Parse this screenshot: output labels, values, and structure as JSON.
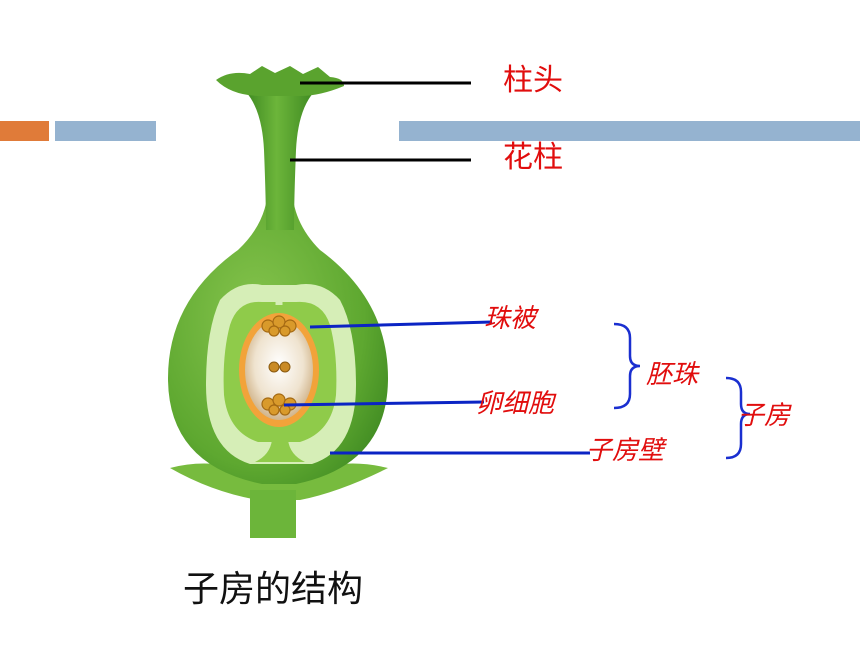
{
  "labels": {
    "stigma": "柱头",
    "style": "花柱",
    "integument": "珠被",
    "egg_cell": "卵细胞",
    "ovule": "胚珠",
    "ovary_wall": "子房壁",
    "ovary": "子房"
  },
  "caption": "子房的结构",
  "colors": {
    "accent_orange": "#e07b39",
    "accent_blue": "#95b3d0",
    "label_red": "#e10d0d",
    "pointer_black": "#000000",
    "pointer_blue": "#0b24c4",
    "bracket_blue": "#1a2fd0",
    "pistil_dark_green": "#4f9e2a",
    "pistil_light_green": "#d6eeb7"
  }
}
